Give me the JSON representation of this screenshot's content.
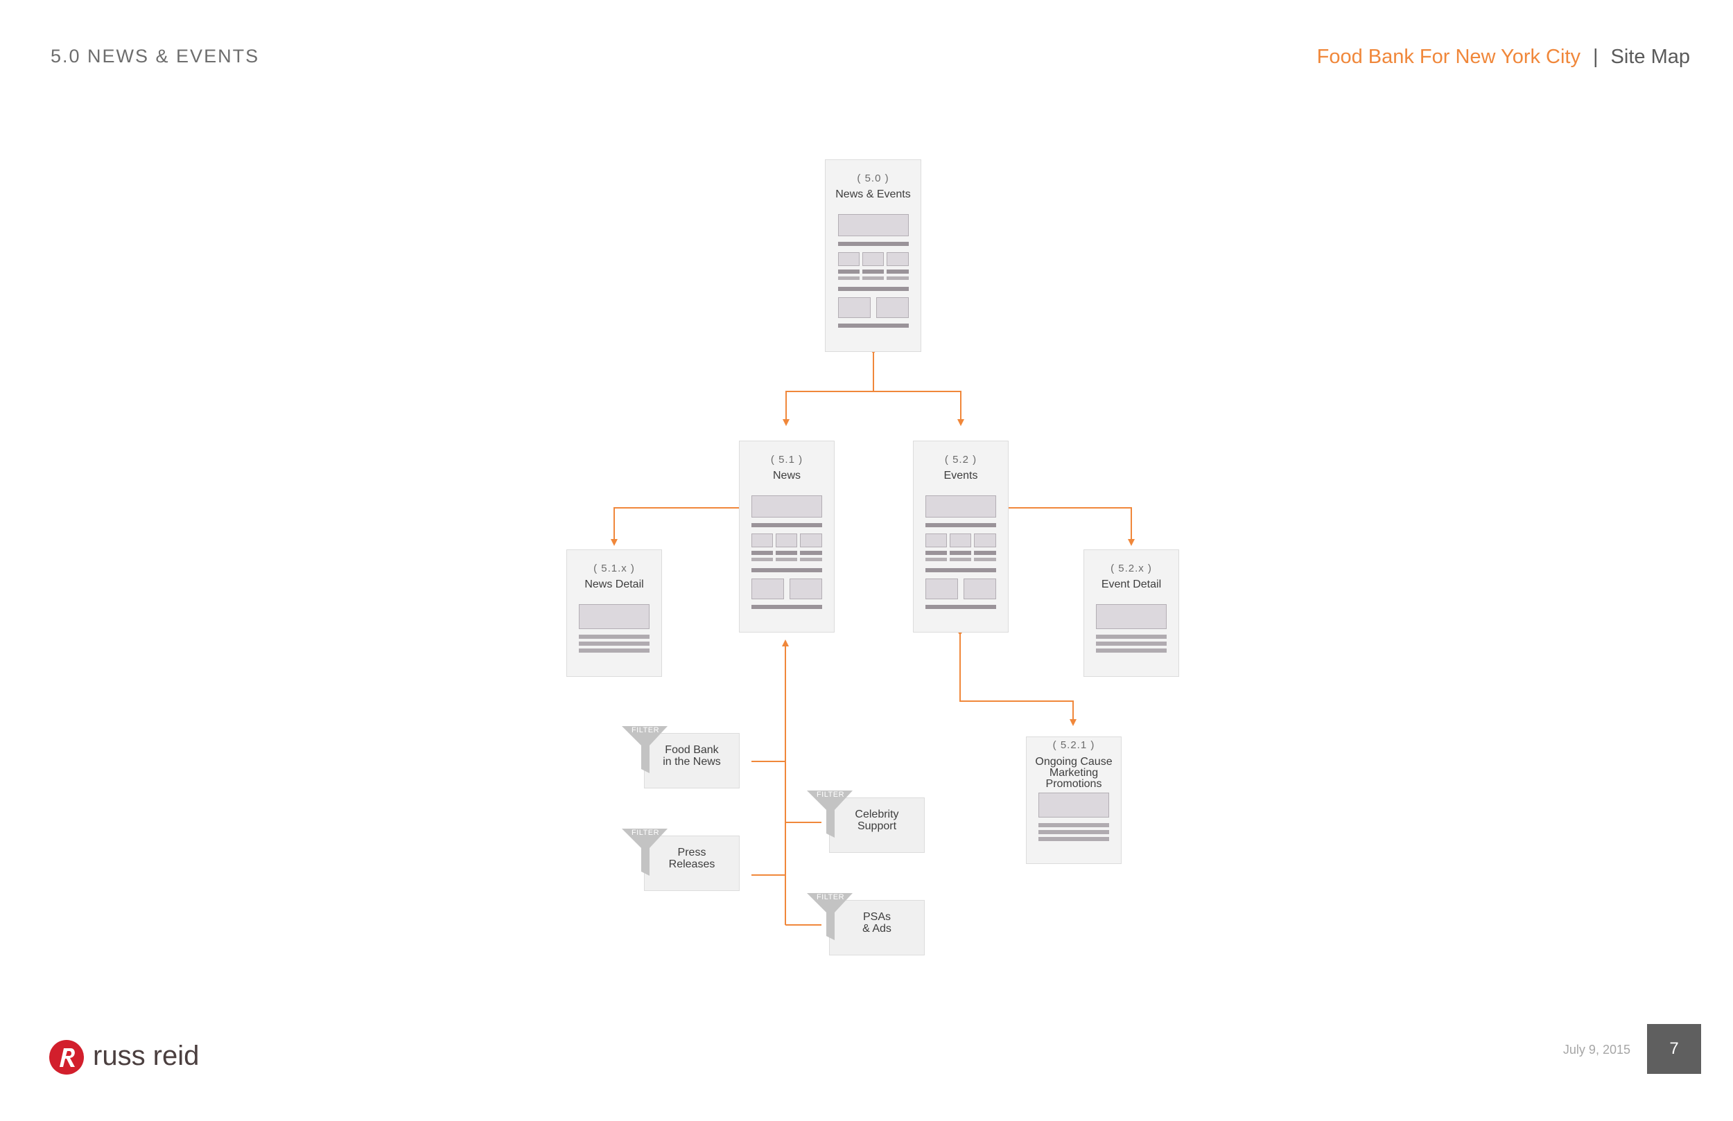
{
  "header": {
    "section_title": "5.0 NEWS & EVENTS",
    "brand": "Food Bank For New York City",
    "separator": "|",
    "doc_title": "Site Map"
  },
  "colors": {
    "accent": "#f0873a",
    "node_bg": "#f3f3f3",
    "wire_block": "#dcd8dd",
    "wire_bar": "#9a9399",
    "filter_gray": "#c3c3c3"
  },
  "nodes": [
    {
      "id": "news-events",
      "number": "( 5.0 )",
      "title": "News & Events"
    },
    {
      "id": "news",
      "number": "( 5.1 )",
      "title": "News"
    },
    {
      "id": "events",
      "number": "( 5.2 )",
      "title": "Events"
    },
    {
      "id": "news-detail",
      "number": "( 5.1.x )",
      "title": "News Detail"
    },
    {
      "id": "event-detail",
      "number": "( 5.2.x )",
      "title": "Event Detail"
    },
    {
      "id": "ongoing-cause",
      "number": "( 5.2.1 )",
      "title_lines": [
        "Ongoing Cause",
        "Marketing",
        "Promotions"
      ]
    }
  ],
  "filters": [
    {
      "id": "food-bank-in-news",
      "tag": "FILTER",
      "lines": [
        "Food Bank",
        "in the News"
      ]
    },
    {
      "id": "celebrity-support",
      "tag": "FILTER",
      "lines": [
        "Celebrity",
        "Support"
      ]
    },
    {
      "id": "press-releases",
      "tag": "FILTER",
      "lines": [
        "Press",
        "Releases"
      ]
    },
    {
      "id": "psas-ads",
      "tag": "FILTER",
      "lines": [
        "PSAs",
        "& Ads"
      ]
    }
  ],
  "footer": {
    "logo_text": "russ reid",
    "date": "July 9, 2015",
    "page_number": "7"
  }
}
